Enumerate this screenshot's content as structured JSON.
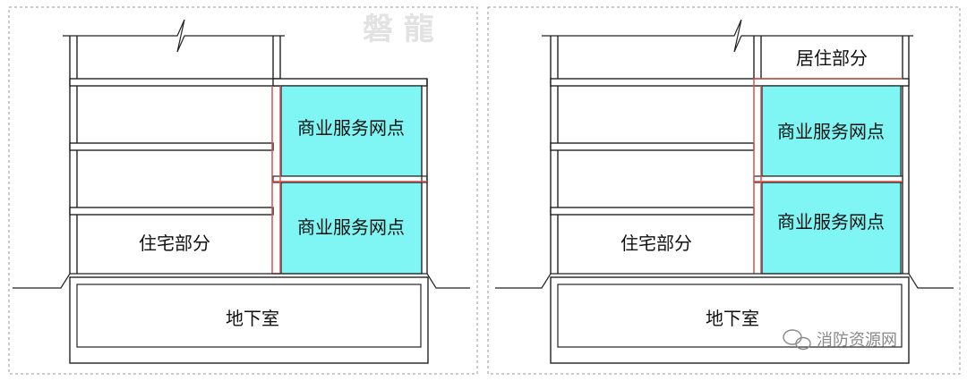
{
  "left_diagram": {
    "watermark": "磐 龍",
    "commercial_upper": "商业服务网点",
    "commercial_lower": "商业服务网点",
    "residential": "住宅部分",
    "basement": "地下室"
  },
  "right_diagram": {
    "residential_top": "居住部分",
    "commercial_upper": "商业服务网点",
    "commercial_lower": "商业服务网点",
    "residential": "住宅部分",
    "basement": "地下室"
  },
  "watermark_logo": "消防资源网",
  "colors": {
    "commercial_fill": "#7ff6f4",
    "fire_wall": "#d9534f",
    "panel_border": "#9a9a9a"
  }
}
